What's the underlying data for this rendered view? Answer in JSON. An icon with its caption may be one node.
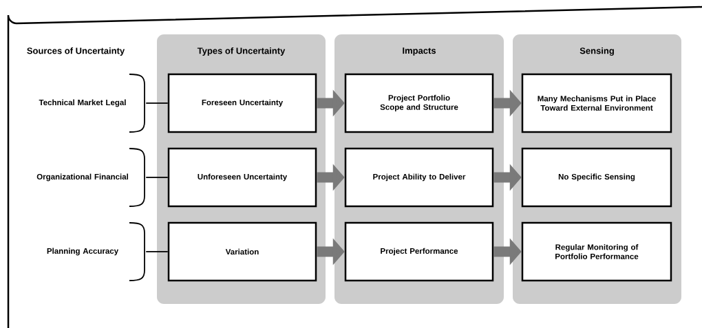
{
  "diagram": {
    "nodes": [
      {
        "text": [
          "Types of Uncertainty"
        ]
      },
      {
        "text": [
          "Impacts"
        ]
      },
      {
        "text": [
          "Sensing"
        ]
      },
      {
        "text": [
          "Technical Market Legal"
        ]
      },
      {
        "text": [
          "Organizational Financial"
        ]
      },
      {
        "text": [
          "Planning Accuracy"
        ]
      },
      {
        "text": [
          "Foreseen Uncertainty"
        ],
        "in": 0
      },
      {
        "text": [
          "Unforeseen Uncertainty"
        ],
        "in": 0
      },
      {
        "text": [
          "Variation"
        ],
        "in": 0
      },
      {
        "text": [
          "Project Portfolio Scope and Structure"
        ],
        "in": 1
      },
      {
        "text": [
          "Project Ability to Deliver"
        ],
        "in": 1
      },
      {
        "text": [
          "Project Performance"
        ],
        "in": 1
      },
      {
        "text": [
          "Many Mechanisms Put in Place Toward External Environment"
        ],
        "in": 2
      },
      {
        "text": [
          "No Specific Sensing"
        ],
        "in": 2
      },
      {
        "text": [
          "Regular Monitoring of Portfolio Performance"
        ],
        "in": 2
      }
    ],
    "edges": [
      {
        "from": 3,
        "to": 6,
        "arrow": "none",
        "color": "#000000"
      },
      {
        "from": 4,
        "to": 7,
        "arrow": "none",
        "color": "#000000"
      },
      {
        "from": 5,
        "to": 8,
        "arrow": "none",
        "color": "#000000"
      },
      {
        "from": 6,
        "to": 9,
        "arrow": "to"
      },
      {
        "from": 7,
        "to": 10,
        "arrow": "to"
      },
      {
        "from": 8,
        "to": 11,
        "arrow": "to"
      },
      {
        "from": 9,
        "to": 12,
        "arrow": "to"
      },
      {
        "from": 10,
        "to": 13,
        "arrow": "to"
      },
      {
        "from": 11,
        "to": 14,
        "arrow": "to"
      }
    ],
    "labels": [
      "Sources of Uncertainty"
    ]
  }
}
